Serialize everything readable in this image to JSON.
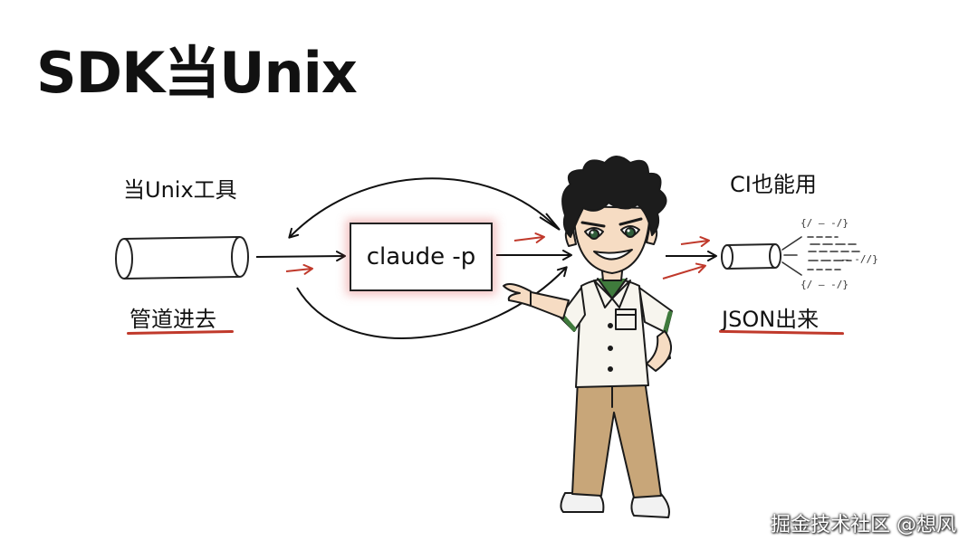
{
  "title": "SDK当Unix",
  "labels": {
    "unix_tool": "当Unix工具",
    "pipe_in": "管道进去",
    "ci": "CI也能用",
    "json_out": "JSON出来"
  },
  "command": "claude -p",
  "json_glyphs": {
    "top": "{/ — -/}",
    "mid": "— -//}",
    "bottom": "{/ — -/}"
  },
  "watermark": "掘金技术社区 @想风",
  "colors": {
    "accent_red": "#c0392b",
    "ink": "#111111",
    "skin": "#f6dcc3",
    "pants": "#c8a679",
    "shirt": "#f7f5ee",
    "collar_green": "#3f7a3c"
  }
}
